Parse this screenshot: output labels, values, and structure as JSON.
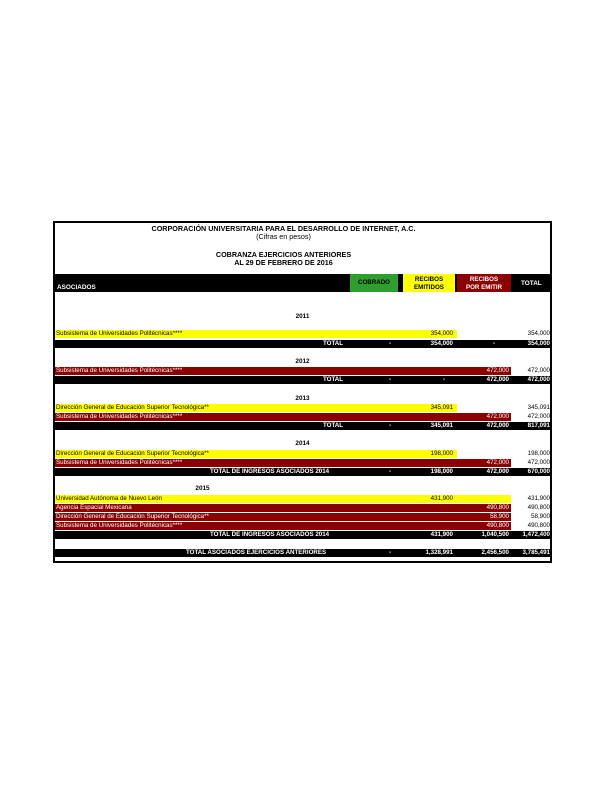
{
  "header": {
    "org": "CORPORACIÓN UNIVERSITARIA PARA EL DESARROLLO DE INTERNET, A.C.",
    "units": "(Cifras en pesos)",
    "report": "COBRANZA EJERCICIOS ANTERIORES",
    "date": "AL  29 DE FEBRERO DE 2016"
  },
  "columns": {
    "asociados": "ASOCIADOS",
    "cobrado": "COBRADO",
    "recibos_emitidos_1": "RECIBOS",
    "recibos_emitidos_2": "EMITIDOS",
    "recibos_por_emitir_1": "RECIBOS",
    "recibos_por_emitir_2": "POR EMITIR",
    "total": "TOTAL"
  },
  "colors": {
    "cobrado": "#2e9e2e",
    "emitidos": "#ffff00",
    "por_emitir": "#8b0000",
    "header": "#000000"
  },
  "sections": [
    {
      "year": "2011",
      "rows": [
        {
          "name": "Subsistema de Universidades Politécnicas****",
          "emitidos": "354,000",
          "por_emitir": "",
          "total": "354,000",
          "color": "yellow"
        }
      ],
      "total": {
        "label": "TOTAL",
        "cobrado": "-",
        "emitidos": "354,000",
        "por_emitir": "-",
        "total": "354,000"
      }
    },
    {
      "year": "2012",
      "rows": [
        {
          "name": "Subsistema de Universidades Politécnicas****",
          "emitidos": "",
          "por_emitir": "472,000",
          "total": "472,000",
          "color": "red"
        }
      ],
      "total": {
        "label": "TOTAL",
        "cobrado": "-",
        "emitidos": "-",
        "por_emitir": "472,000",
        "total": "472,000"
      }
    },
    {
      "year": "2013",
      "rows": [
        {
          "name": "Dirección General de Educación Superior Tecnológica**",
          "emitidos": "345,091",
          "por_emitir": "",
          "total": "345,091",
          "color": "yellow"
        },
        {
          "name": "Subsistema de Universidades Politécnicas****",
          "emitidos": "",
          "por_emitir": "472,000",
          "total": "472,000",
          "color": "red"
        }
      ],
      "total": {
        "label": "TOTAL",
        "cobrado": "-",
        "emitidos": "345,091",
        "por_emitir": "472,000",
        "total": "817,091"
      }
    },
    {
      "year": "2014",
      "rows": [
        {
          "name": "Dirección General de Educación Superior Tecnológica**",
          "emitidos": "198,000",
          "por_emitir": "",
          "total": "198,000",
          "color": "yellow"
        },
        {
          "name": "Subsistema de Universidades Politécnicas****",
          "emitidos": "",
          "por_emitir": "472,000",
          "total": "472,000",
          "color": "red"
        }
      ],
      "total": {
        "label": "TOTAL DE INGRESOS ASOCIADOS 2014",
        "cobrado": "-",
        "emitidos": "198,000",
        "por_emitir": "472,000",
        "total": "670,000"
      }
    },
    {
      "year": "2015",
      "rows": [
        {
          "name": "Universidad Autónoma de Nuevo León",
          "emitidos": "431,900",
          "por_emitir": "",
          "total": "431,900",
          "color": "yellow"
        },
        {
          "name": "Agencia Espacial Mexicana",
          "emitidos": "",
          "por_emitir": "490,800",
          "total": "490,800",
          "color": "red"
        },
        {
          "name": "Dirección General de Educación Superior Tecnológica**",
          "emitidos": "",
          "por_emitir": "58,900",
          "total": "58,900",
          "color": "red"
        },
        {
          "name": "Subsistema de Universidades Politécnicas****",
          "emitidos": "",
          "por_emitir": "490,800",
          "total": "490,800",
          "color": "red"
        }
      ],
      "total": {
        "label": "TOTAL DE INGRESOS ASOCIADOS 2014",
        "cobrado": "",
        "emitidos": "431,900",
        "por_emitir": "1,040,500",
        "total": "1,472,400"
      }
    }
  ],
  "grand_total": {
    "label": "TOTAL ASOCIADOS EJERCICIOS ANTERIORES",
    "cobrado": "-",
    "emitidos": "1,328,991",
    "por_emitir": "2,456,500",
    "total": "3,785,491"
  }
}
